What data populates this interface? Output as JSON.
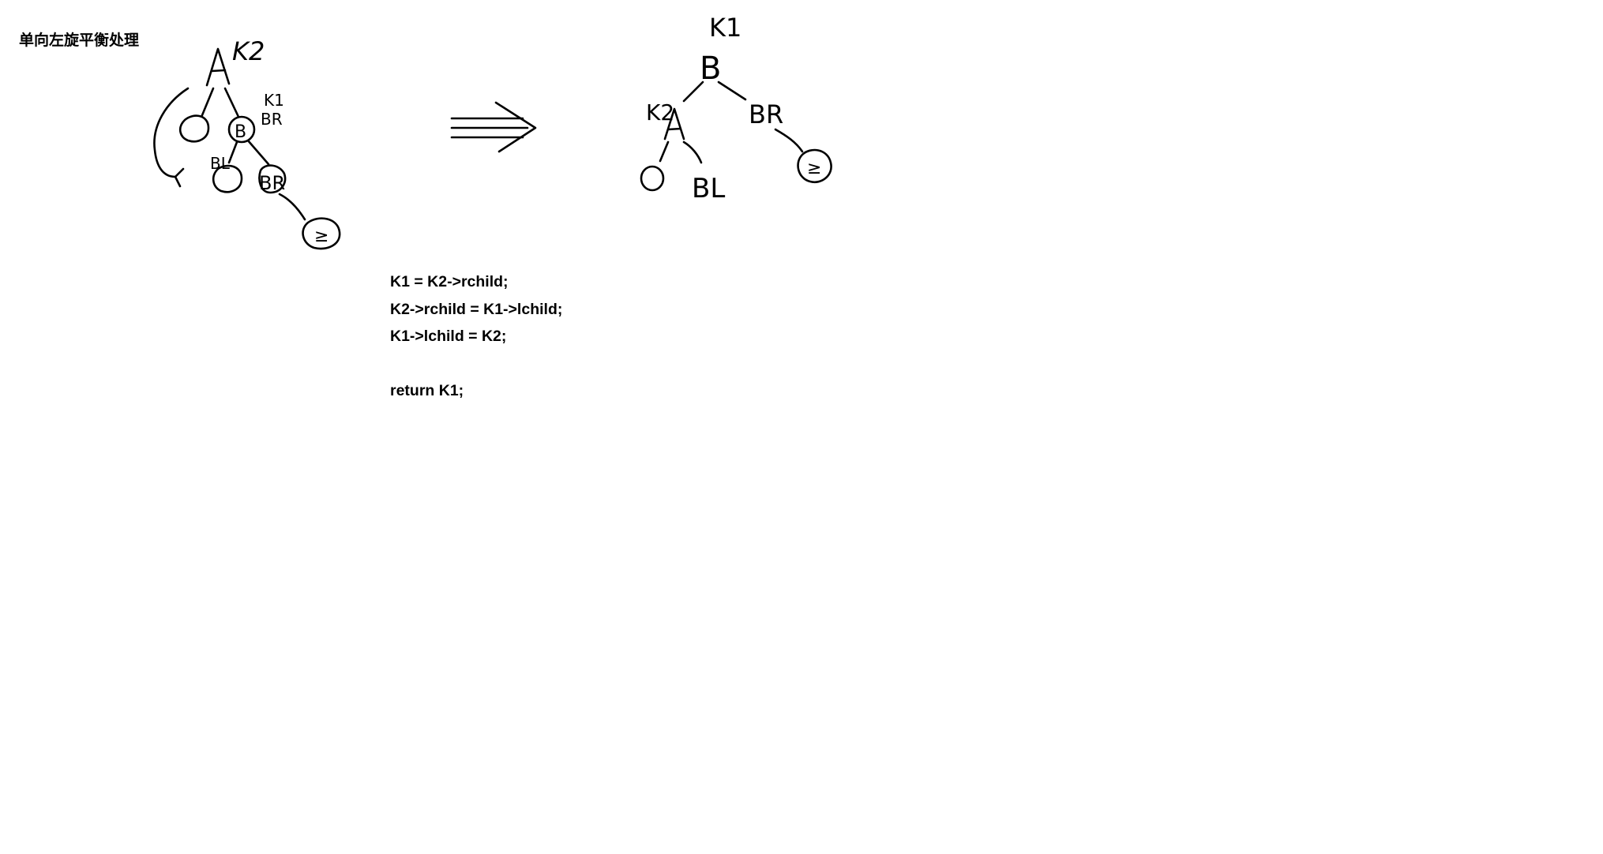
{
  "title": "单向左旋平衡处理",
  "before_tree": {
    "root": "A",
    "root_tag": "K2",
    "right_child": "B",
    "right_child_tag": "K1",
    "right_child_note": "BR",
    "inner_left_label": "BL",
    "inner_right_label": "BR",
    "leaf_symbol": "≥"
  },
  "after_tree": {
    "root": "B",
    "root_tag": "K1",
    "left_child": "A",
    "left_child_tag": "K2",
    "right_child": "BR",
    "inner_label": "BL",
    "leaf_symbol": "≥"
  },
  "code": {
    "lines": [
      "K1 = K2->rchild;",
      "K2->rchild = K1->lchild;",
      "K1->lchild = K2;",
      "return K1;"
    ]
  }
}
